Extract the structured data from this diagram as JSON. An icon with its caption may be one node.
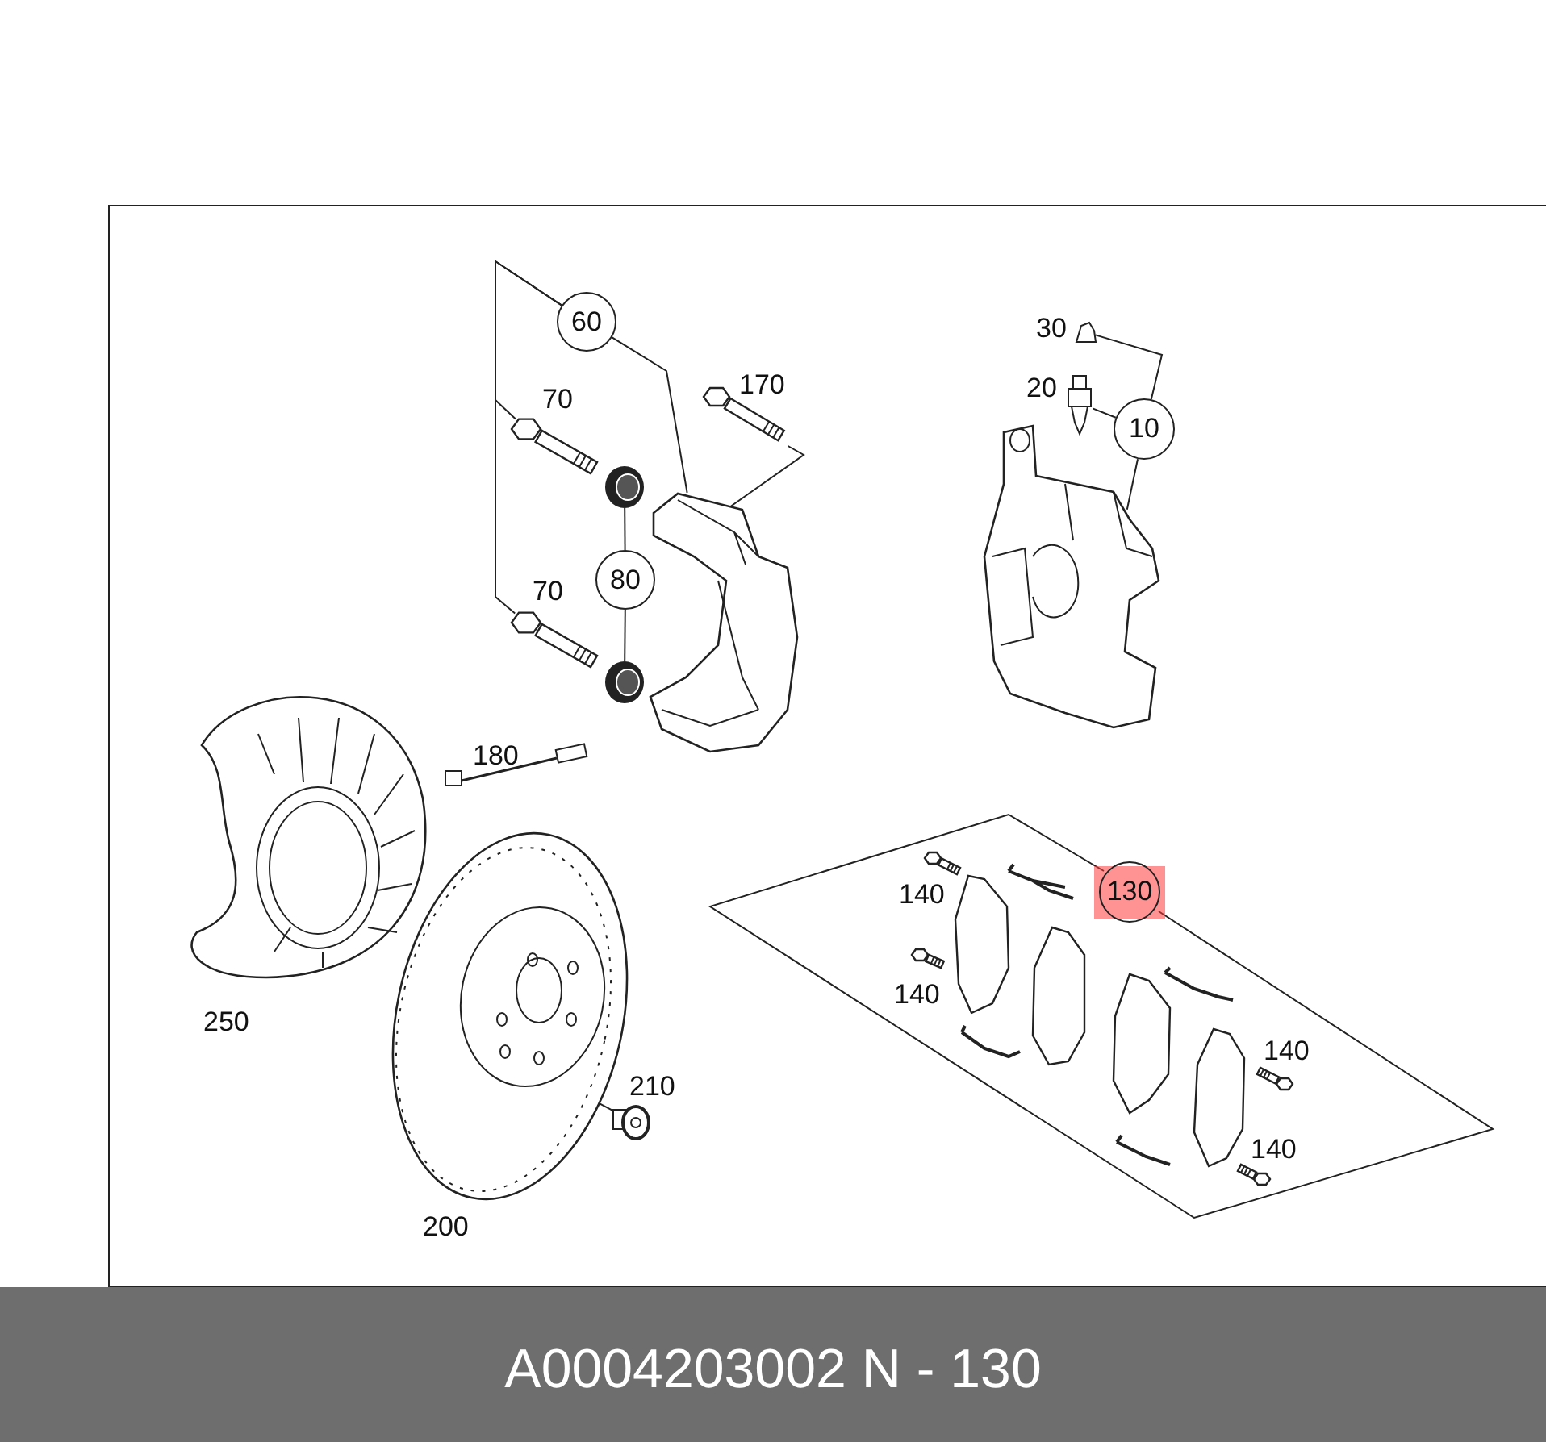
{
  "diagram": {
    "caption": "A0004203002 N - 130",
    "nodes": [
      {
        "text": [
          "60"
        ]
      },
      {
        "text": [],
        "shape": "picture",
        "beside": [
          "70"
        ]
      },
      {
        "text": [],
        "shape": "picture",
        "beside": [
          "70"
        ]
      },
      {
        "text": [],
        "shape": "picture"
      },
      {
        "text": [],
        "shape": "picture",
        "beside": [
          "170"
        ]
      },
      {
        "text": [
          "80"
        ]
      },
      {
        "text": [],
        "shape": "picture"
      },
      {
        "text": [],
        "shape": "picture"
      },
      {
        "text": [
          "10"
        ]
      },
      {
        "text": [],
        "shape": "picture",
        "beside": [
          "30"
        ]
      },
      {
        "text": [],
        "shape": "picture",
        "beside": [
          "20"
        ]
      },
      {
        "text": [],
        "shape": "picture"
      },
      {
        "text": [],
        "shape": "picture",
        "beside": [
          "200"
        ]
      },
      {
        "text": [],
        "shape": "picture",
        "beside": [
          "210"
        ]
      },
      {
        "text": [
          "130"
        ]
      }
    ],
    "edges": [
      {
        "from": 0,
        "to": 1,
        "arrow": "none"
      },
      {
        "from": 0,
        "to": 2,
        "arrow": "none"
      },
      {
        "from": 0,
        "to": 3,
        "arrow": "none"
      },
      {
        "from": 4,
        "to": 3,
        "arrow": "none"
      },
      {
        "from": 5,
        "to": 6,
        "arrow": "none"
      },
      {
        "from": 5,
        "to": 7,
        "arrow": "none"
      },
      {
        "from": 8,
        "to": 9,
        "arrow": "none"
      },
      {
        "from": 8,
        "to": 10,
        "arrow": "none"
      },
      {
        "from": 8,
        "to": 11,
        "arrow": "none"
      },
      {
        "from": 13,
        "to": 12,
        "arrow": "none"
      }
    ],
    "labels": [
      "180",
      "140",
      "140",
      "250",
      "140",
      "140"
    ]
  }
}
